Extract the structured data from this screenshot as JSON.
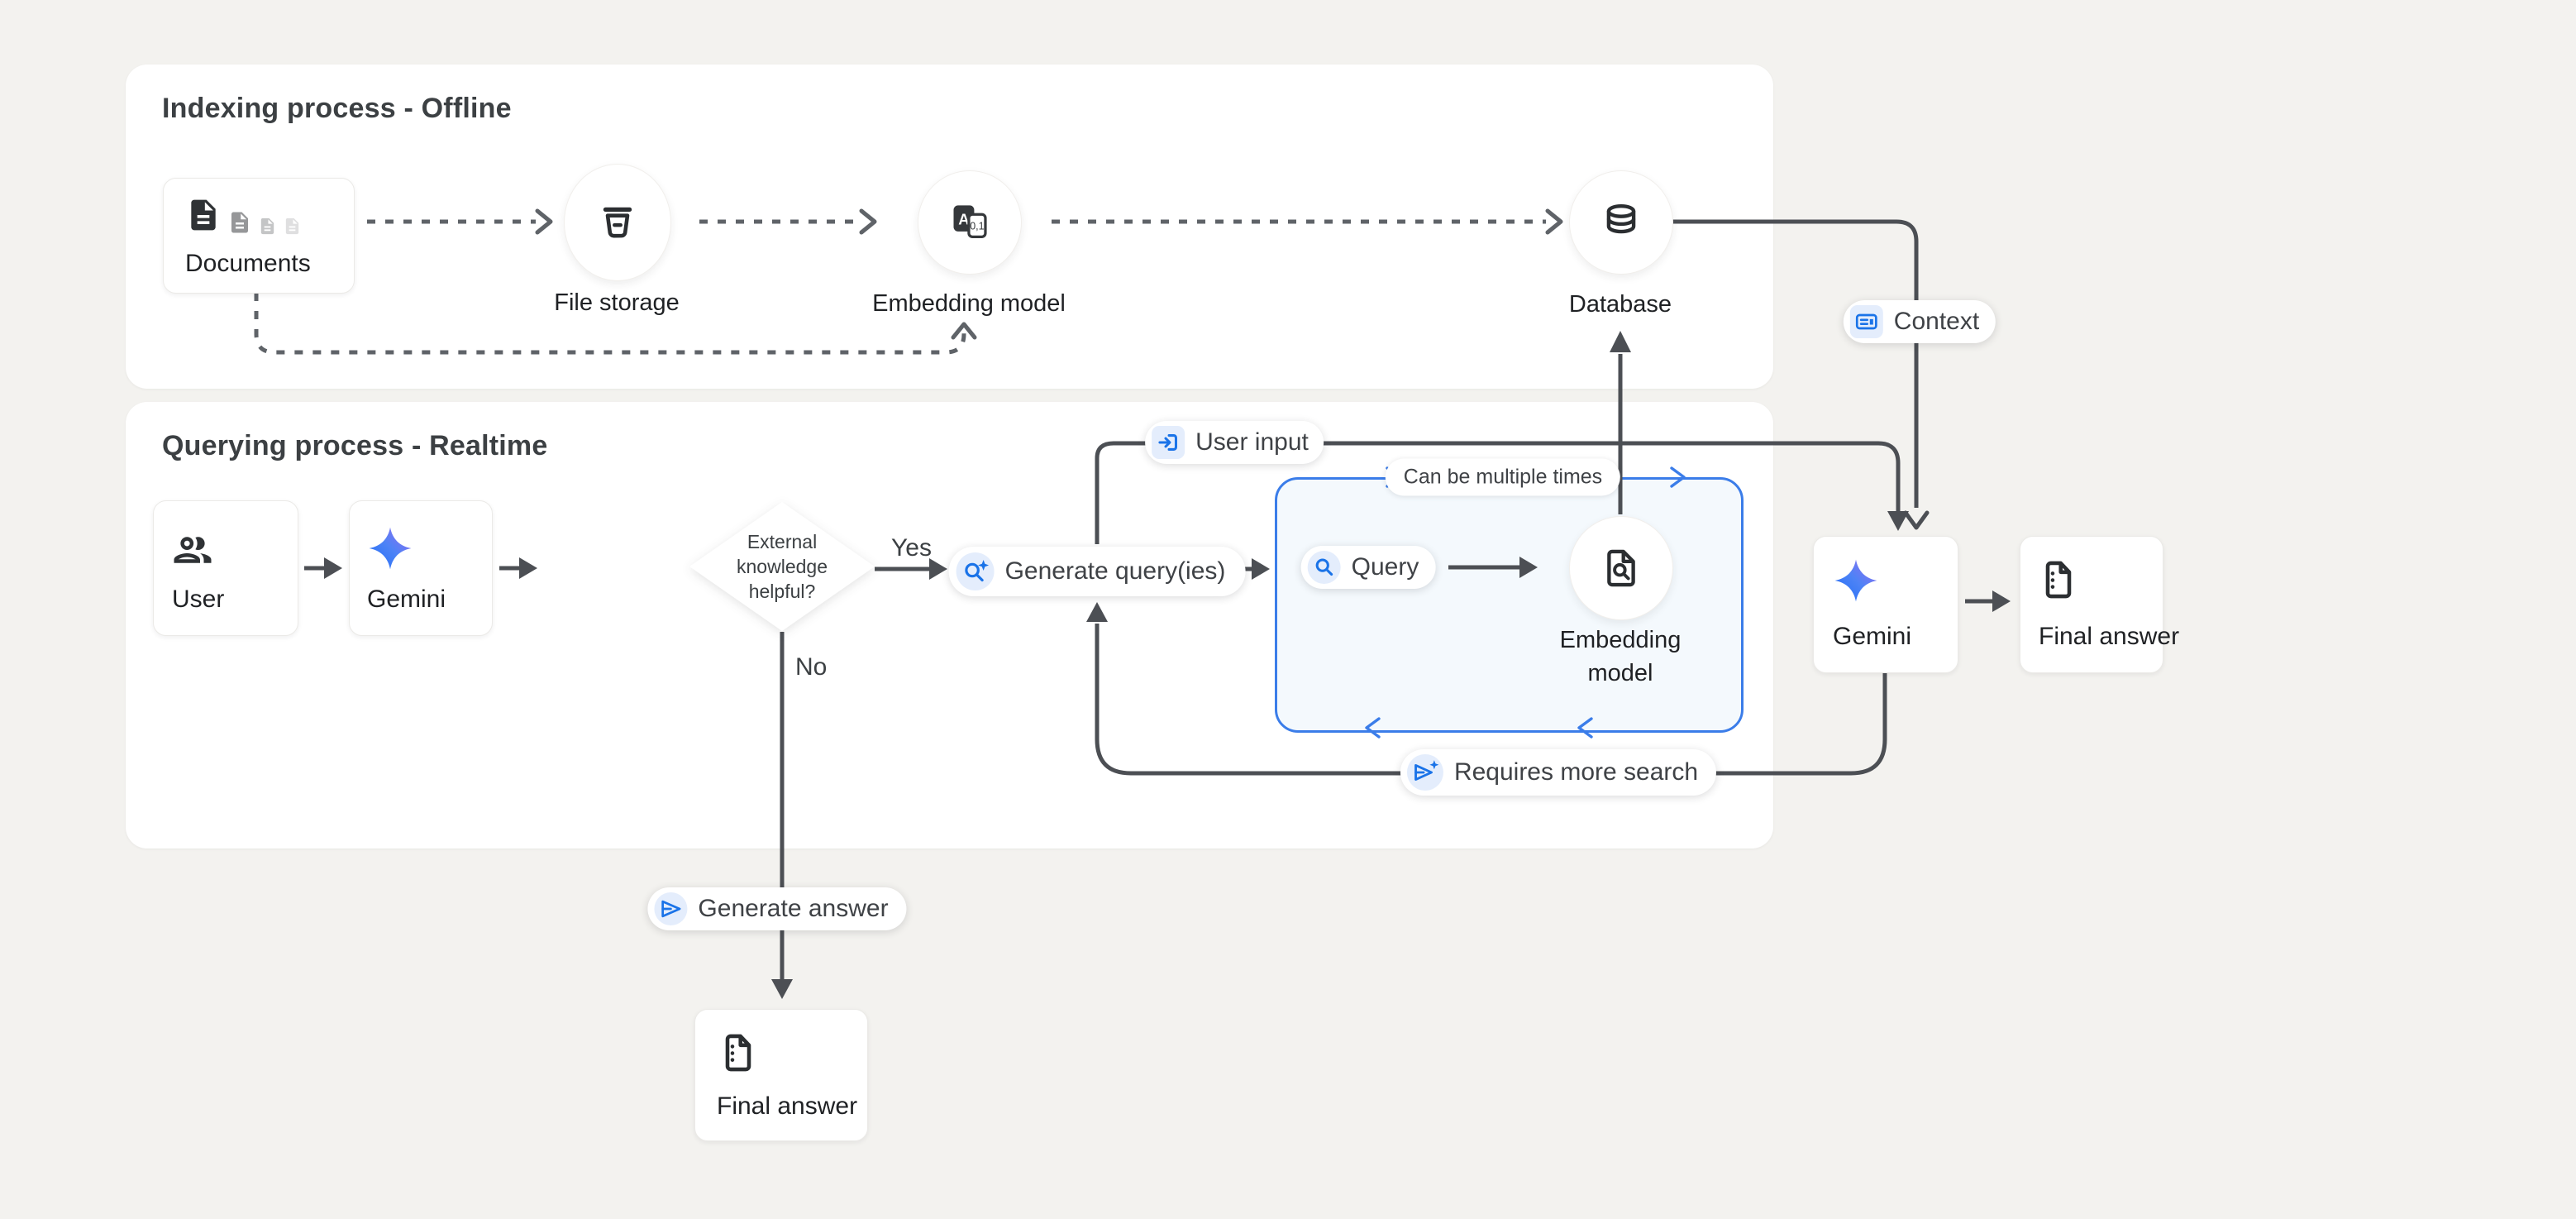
{
  "colors": {
    "page_bg": "#f3f2ef",
    "panel_bg": "#ffffff",
    "line_gray": "#4c4f54",
    "accent_blue": "#1a73e8",
    "box_blue": "#3b7de9",
    "chip_bg": "#e4edfc",
    "icon_dark": "#2b2e31",
    "gemini_gradient_start": "#3d7ff7",
    "gemini_gradient_end": "#9a6cf0"
  },
  "indexing": {
    "title": "Indexing process - Offline",
    "documents_label": "Documents",
    "file_storage_label": "File storage",
    "embedding_label": "Embedding model",
    "database_label": "Database",
    "embed_icon_a": "A",
    "embed_icon_01": "0,1"
  },
  "querying": {
    "title": "Querying process - Realtime",
    "user_label": "User",
    "gemini_label": "Gemini",
    "decision_l1": "External",
    "decision_l2": "knowledge",
    "decision_l3": "helpful?",
    "yes": "Yes",
    "no": "No",
    "generate_queries": "Generate query(ies)",
    "query": "Query",
    "loop_note": "Can be multiple times",
    "embedding_l1": "Embedding",
    "embedding_l2": "model",
    "gemini2_label": "Gemini",
    "final_answer_right": "Final answer",
    "generate_answer": "Generate answer",
    "final_answer_bottom": "Final answer"
  },
  "edge_labels": {
    "user_input": "User input",
    "context": "Context",
    "requires_more_search": "Requires more search"
  }
}
